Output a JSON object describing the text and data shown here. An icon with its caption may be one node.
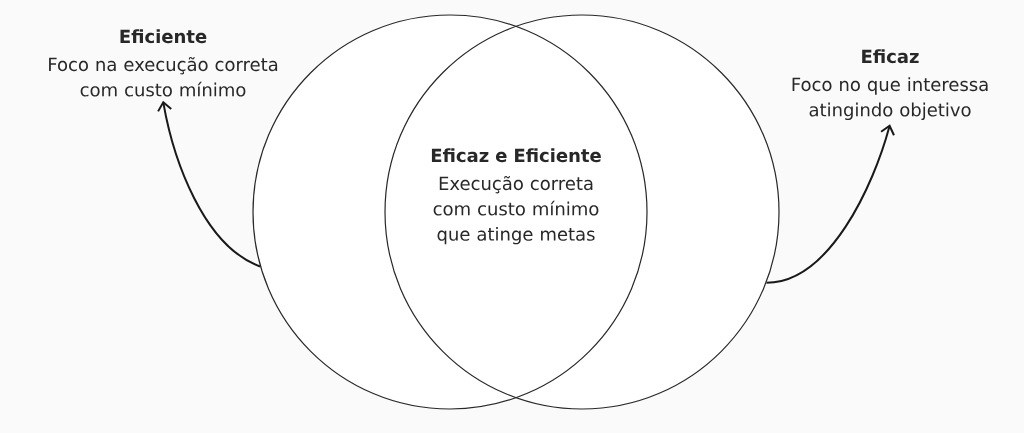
{
  "diagram": {
    "nodes": [
      {
        "text": [],
        "shape": "circle"
      },
      {
        "text": [],
        "shape": "circle"
      },
      {
        "text": [
          "Eficiente",
          "Foco na execução correta com custo mínimo"
        ]
      },
      {
        "text": [
          "Eficaz",
          "Foco no que interessa atingindo objetivo"
        ]
      }
    ],
    "edges": [
      {
        "from": 0,
        "to": 2,
        "arrow": "to"
      },
      {
        "from": 1,
        "to": 3,
        "arrow": "to"
      }
    ],
    "labels": [
      "Eficaz e Eficiente",
      "Execução correta com custo mínimo que atinge metas"
    ]
  }
}
